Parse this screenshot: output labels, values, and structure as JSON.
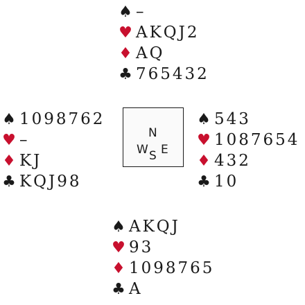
{
  "suit_symbols": {
    "spades": "♠",
    "hearts": "♥",
    "diamonds": "♦",
    "clubs": "♣"
  },
  "colors": {
    "black_suit": "#1a1a1a",
    "red_suit": "#c8102e"
  },
  "hands": {
    "north": {
      "spades": "–",
      "hearts": "AKQJ2",
      "diamonds": "AQ",
      "clubs": "765432"
    },
    "west": {
      "spades": "1098762",
      "hearts": "–",
      "diamonds": "KJ",
      "clubs": "KQJ98"
    },
    "east": {
      "spades": "543",
      "hearts": "1087654",
      "diamonds": "432",
      "clubs": "10"
    },
    "south": {
      "spades": "AKQJ",
      "hearts": "93",
      "diamonds": "1098765",
      "clubs": "A"
    }
  },
  "compass": {
    "north": "N",
    "west": "W",
    "east": "E",
    "south": "S"
  }
}
